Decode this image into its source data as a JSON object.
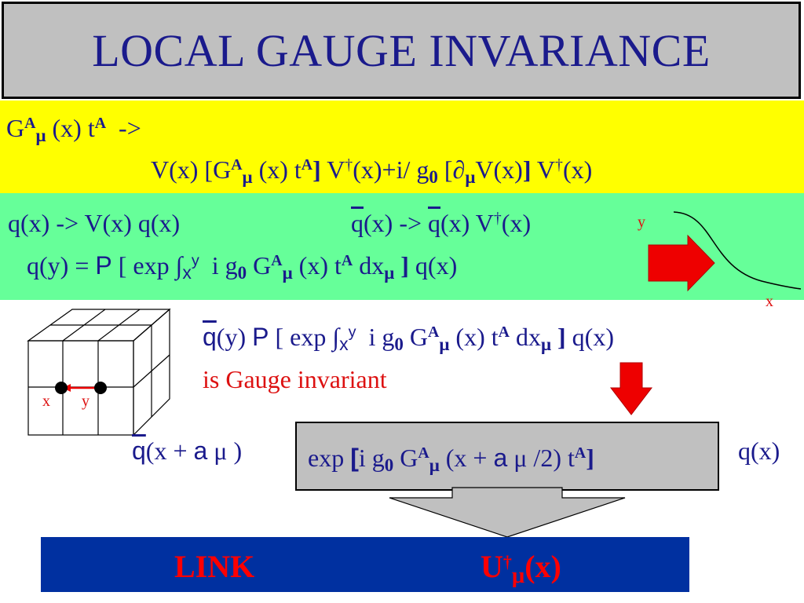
{
  "title": "LOCAL GAUGE INVARIANCE",
  "yellow": {
    "line1": {
      "G": "G",
      "A": "A",
      "mu": "μ",
      "x": " (x) t",
      "A2": "A",
      "arrow": "  ->"
    },
    "line2": {
      "p1": "V(x) [G",
      "A": "A",
      "mu": "μ",
      "p2": " (x) t",
      "A2": "A",
      "br": "]",
      "p3": " V",
      "dag": "†",
      "p4": "(x)+i/ g",
      "zero": "0",
      "p5": " [∂",
      "mu2": "μ",
      "p6": "V(x)",
      "br2": "]",
      "p7": " V",
      "dag2": "†",
      "p8": "(x)"
    }
  },
  "green": {
    "line1a": "q(x) -> V(x) q(x)",
    "line1b": {
      "q": "q",
      "p1": "(x) -> ",
      "q2": "q",
      "p2": "(x) V",
      "dag": "†",
      "p3": "(x)"
    },
    "line2": {
      "p1": "q(y) = ",
      "P": "P",
      "p2": " [ exp ∫",
      "x": "x",
      "y": "y",
      "p3": "  i g",
      "zero": "0",
      "p4": " G",
      "A": "A",
      "mu": "μ",
      "p5": " (x) t",
      "A2": "A",
      "p6": " dx",
      "mu2": "μ",
      "br": " ]",
      "p7": " q(x)"
    },
    "path_label_y": "y",
    "path_label_x": "x"
  },
  "invariant": {
    "line1": {
      "q": "q",
      "p1": "(y) ",
      "P": "P",
      "p2": " [ exp ∫",
      "x": "x",
      "y": "y",
      "p3": "  i g",
      "zero": "0",
      "p4": " G",
      "A": "A",
      "mu": "μ",
      "p5": " (x) t",
      "A2": "A",
      "p6": " dx",
      "mu2": "μ",
      "br": " ]",
      "p7": " q(x)"
    },
    "line2": "is Gauge invariant"
  },
  "lattice": {
    "label_x": "x",
    "label_y": "y"
  },
  "qbar": {
    "q": "q",
    "p1": "(x + ",
    "a": "a",
    "p2": " μ )"
  },
  "exp_box": {
    "p1": "exp ",
    "br": "[",
    "p2": "i g",
    "zero": "0",
    "p3": " G",
    "A": "A",
    "mu": "μ",
    "p4": " (x + ",
    "a": "a",
    "p5": " μ /2) t",
    "A2": "A",
    "br2": "]"
  },
  "qx_right": "q(x)",
  "link_bar": {
    "label": "LINK",
    "U": "U",
    "dag": "†",
    "mu": "μ",
    "x": "(x)"
  },
  "colors": {
    "yellow": "#ffff00",
    "green": "#66ff99",
    "grey": "#c0c0c0",
    "blue": "#0030a0",
    "red": "#dd1111",
    "text": "#1a1a8c"
  }
}
